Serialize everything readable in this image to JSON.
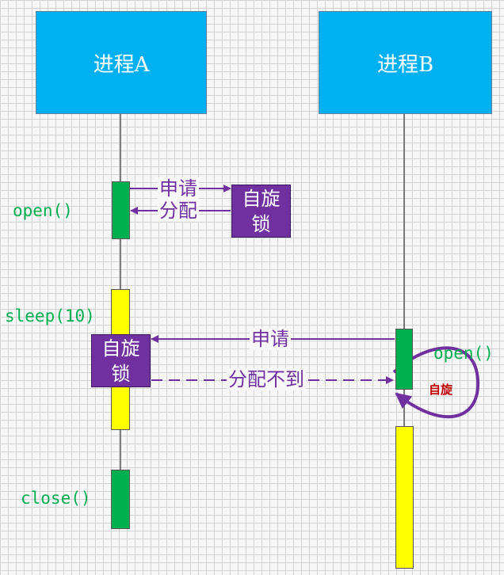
{
  "processes": {
    "a": {
      "label": "进程A"
    },
    "b": {
      "label": "进程B"
    }
  },
  "calls": {
    "a_open": "open()",
    "a_sleep": "sleep(10)",
    "a_close": "close()",
    "b_open": "open()"
  },
  "locks": {
    "first": "自旋\n锁",
    "second": "自旋\n锁"
  },
  "messages": {
    "a_request": "申请",
    "a_allocate": "分配",
    "b_request": "申请",
    "b_not_allocated": "分配不到"
  },
  "spin_label": "自旋",
  "colors": {
    "process": "#00b0f0",
    "active_bar": "#00b050",
    "sleep_bar": "#ffff00",
    "lock": "#7030a0",
    "message": "#7030a0",
    "call_text": "#00b050",
    "spin_text": "#c00000"
  }
}
